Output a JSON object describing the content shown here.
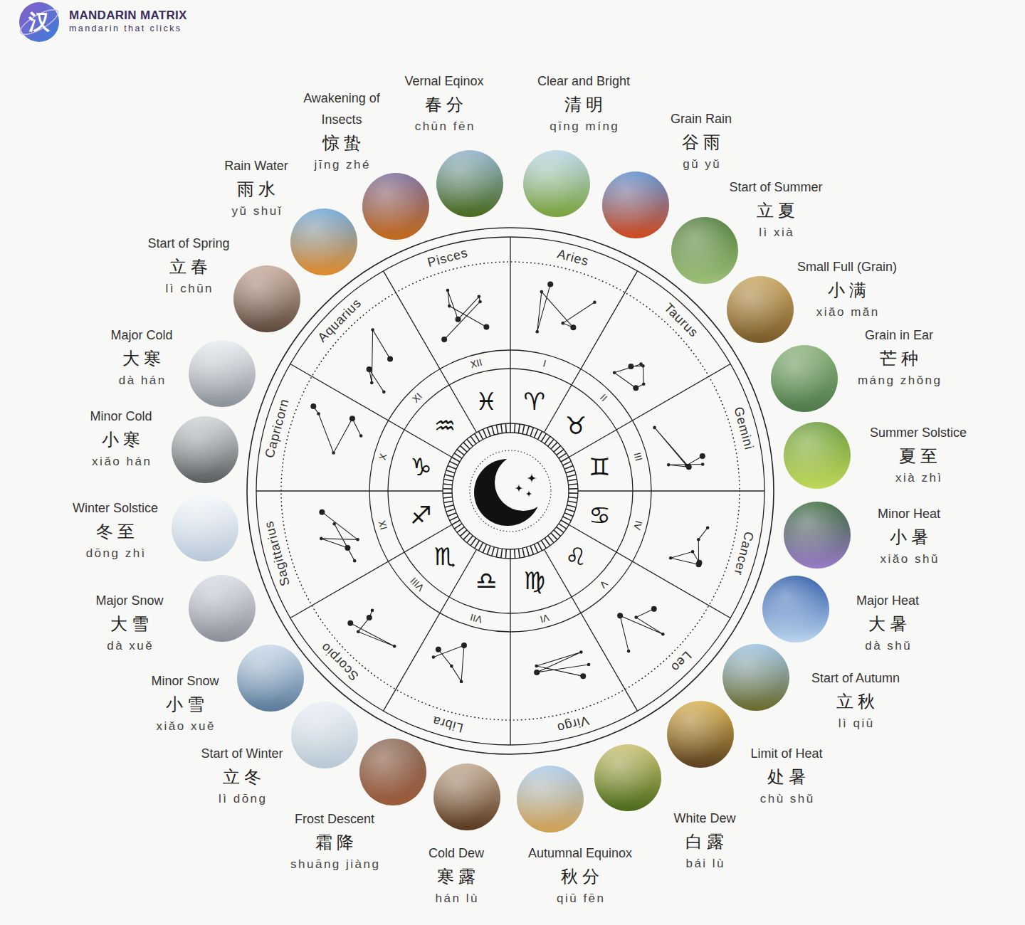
{
  "diagram": {
    "nodes": [
      {
        "text": [
          "Start of Spring",
          "立春",
          "lì chūn"
        ]
      },
      {
        "text": [
          "Rain Water",
          "雨水",
          "yǔ shuǐ"
        ]
      },
      {
        "text": [
          "Awakening of Insects",
          "惊蛰",
          "jīng zhé"
        ]
      },
      {
        "text": [
          "Vernal Eqinox",
          "春分",
          "chūn fēn"
        ]
      },
      {
        "text": [
          "Clear and Bright",
          "清明",
          "qīng míng"
        ]
      },
      {
        "text": [
          "Grain Rain",
          "谷雨",
          "gǔ yǔ"
        ]
      },
      {
        "text": [
          "Start of Summer",
          "立夏",
          "lì xià"
        ]
      },
      {
        "text": [
          "Small Full (Grain)",
          "小满",
          "xiǎo mǎn"
        ]
      },
      {
        "text": [
          "Grain in Ear",
          "芒种",
          "máng zhǒng"
        ]
      },
      {
        "text": [
          "Summer Solstice",
          "夏至",
          "xià zhì"
        ]
      },
      {
        "text": [
          "Minor Heat",
          "小暑",
          "xiǎo shǔ"
        ]
      },
      {
        "text": [
          "Major Heat",
          "大暑",
          "dà shǔ"
        ]
      },
      {
        "text": [
          "Start of Autumn",
          "立秋",
          "lì qiū"
        ]
      },
      {
        "text": [
          "Limit of Heat",
          "处暑",
          "chù shǔ"
        ]
      },
      {
        "text": [
          "White Dew",
          "白露",
          "bái lù"
        ]
      },
      {
        "text": [
          "Autumnal Equinox",
          "秋分",
          "qiū fēn"
        ]
      },
      {
        "text": [
          "Cold Dew",
          "寒露",
          "hán lù"
        ]
      },
      {
        "text": [
          "Frost Descent",
          "霜降",
          "shuāng jiàng"
        ]
      },
      {
        "text": [
          "Start of Winter",
          "立冬",
          "lì dōng"
        ]
      },
      {
        "text": [
          "Minor Snow",
          "小雪",
          "xiǎo xuě"
        ]
      },
      {
        "text": [
          "Major Snow",
          "大雪",
          "dà xuě"
        ]
      },
      {
        "text": [
          "Winter Solstice",
          "冬至",
          "dōng zhì"
        ]
      },
      {
        "text": [
          "Minor Cold",
          "小寒",
          "xiǎo hán"
        ]
      },
      {
        "text": [
          "Major Cold",
          "大寒",
          "dà hán"
        ]
      }
    ],
    "labels": [
      "汉",
      "MANDARIN MATRIX",
      "mandarin that clicks",
      "Aries",
      "Taurus",
      "Gemini",
      "Cancer",
      "Leo",
      "Virgo",
      "Libra",
      "Scorpio",
      "Sagittarius",
      "Capricorn",
      "Aquarius",
      "Pisces",
      "I",
      "II",
      "III",
      "IV",
      "V",
      "VI",
      "VII",
      "VIII",
      "IX",
      "X",
      "XI",
      "XII",
      "♈",
      "♉",
      "♊",
      "♋",
      "♌",
      "♍",
      "♎",
      "♏",
      "♐",
      "♑",
      "♒",
      "♓"
    ]
  }
}
